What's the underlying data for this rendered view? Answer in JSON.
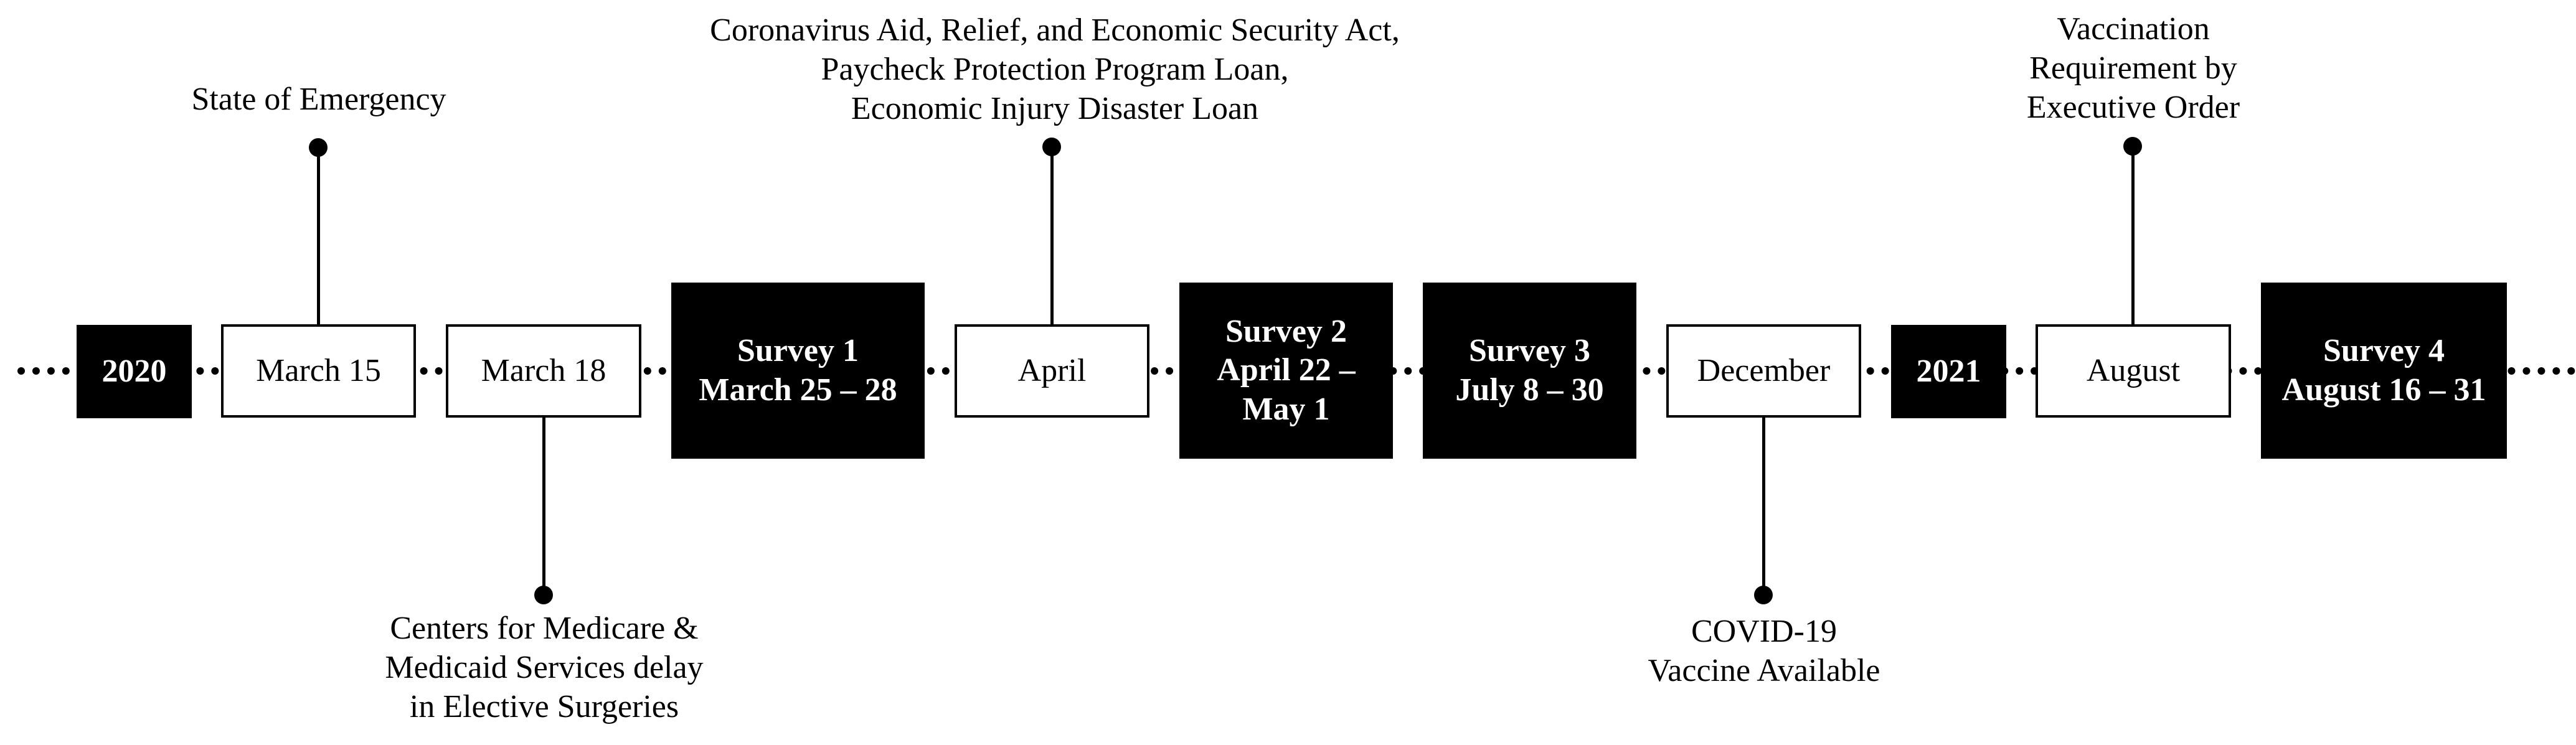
{
  "timeline": {
    "milestones": [
      {
        "id": "year-2020",
        "label": "2020",
        "style": "black"
      },
      {
        "id": "march-15",
        "label": "March 15",
        "style": "white"
      },
      {
        "id": "march-18",
        "label": "March 18",
        "style": "white"
      },
      {
        "id": "survey-1",
        "label": "Survey 1\nMarch 25 – 28",
        "style": "black"
      },
      {
        "id": "april",
        "label": "April",
        "style": "white"
      },
      {
        "id": "survey-2",
        "label": "Survey 2\nApril 22 –\nMay 1",
        "style": "black"
      },
      {
        "id": "survey-3",
        "label": "Survey 3\nJuly 8 – 30",
        "style": "black"
      },
      {
        "id": "december",
        "label": "December",
        "style": "white"
      },
      {
        "id": "year-2021",
        "label": "2021",
        "style": "black"
      },
      {
        "id": "august",
        "label": "August",
        "style": "white"
      },
      {
        "id": "survey-4",
        "label": "Survey 4\nAugust 16 – 31",
        "style": "black"
      }
    ],
    "events": [
      {
        "id": "state-of-emergency",
        "text": "State of Emergency",
        "attached_to": "march-15",
        "side": "above"
      },
      {
        "id": "cms-delay",
        "text": "Centers for Medicare &\nMedicaid Services delay\nin Elective Surgeries",
        "attached_to": "march-18",
        "side": "below"
      },
      {
        "id": "cares-act",
        "text": "Coronavirus Aid, Relief, and Economic Security Act,\nPaycheck Protection Program Loan,\nEconomic Injury Disaster Loan",
        "attached_to": "april",
        "side": "above"
      },
      {
        "id": "vaccine-available",
        "text": "COVID-19\nVaccine Available",
        "attached_to": "december",
        "side": "below"
      },
      {
        "id": "vaccination-requirement",
        "text": "Vaccination\nRequirement by\nExecutive Order",
        "attached_to": "august",
        "side": "above"
      }
    ]
  },
  "colors": {
    "dark_box": "#000000",
    "light_box": "#ffffff",
    "text_dark": "#000000",
    "text_light": "#ffffff"
  }
}
